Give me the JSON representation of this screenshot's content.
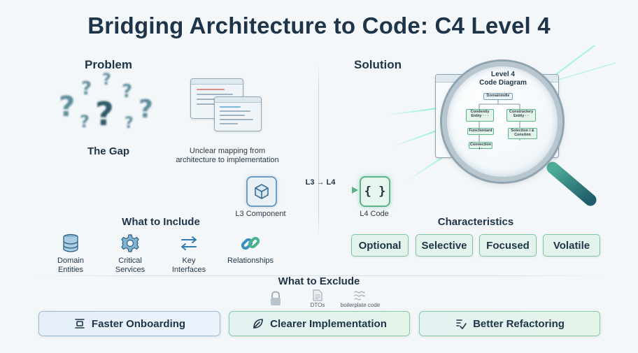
{
  "title": "Bridging Architecture to Code: C4 Level 4",
  "problem": {
    "heading": "Problem",
    "gap_label": "The Gap",
    "mapping_caption_line1": "Unclear mapping from",
    "mapping_caption_line2": "architecture to implementation"
  },
  "solution": {
    "heading": "Solution",
    "lens_title_line1": "Level 4",
    "lens_title_line2": "Code Diagram",
    "code_nodes": [
      "Domainmdle",
      "Condenity Entity · · ·",
      "Constructery Entity · ·",
      "Functioniard",
      "Solection i & Constion",
      "Connection i ·"
    ]
  },
  "flow": {
    "arrow_label": "L3 → L4",
    "l3_label": "L3 Component",
    "l4_label": "L4 Code",
    "l4_glyph": "{ }"
  },
  "include": {
    "heading": "What to Include",
    "items": [
      {
        "label_line1": "Domain",
        "label_line2": "Entities",
        "icon": "database-icon"
      },
      {
        "label_line1": "Critical",
        "label_line2": "Services",
        "icon": "gear-icon"
      },
      {
        "label_line1": "Key",
        "label_line2": "Interfaces",
        "icon": "swap-arrows-icon"
      },
      {
        "label_line1": "Relationships",
        "label_line2": "",
        "icon": "chain-link-icon"
      }
    ]
  },
  "characteristics": {
    "heading": "Characteristics",
    "chips": [
      "Optional",
      "Selective",
      "Focused",
      "Volatile"
    ]
  },
  "exclude": {
    "heading": "What to Exclude",
    "items": [
      {
        "label": "",
        "icon": "lock-icon"
      },
      {
        "label": "DTOs",
        "icon": "document-icon"
      },
      {
        "label": "boilerplate code",
        "icon": "wave-lines-icon"
      }
    ]
  },
  "benefits": [
    {
      "label": "Faster Onboarding",
      "icon": "onboarding-icon"
    },
    {
      "label": "Clearer Implementation",
      "icon": "leaf-icon"
    },
    {
      "label": "Better Refactoring",
      "icon": "refactor-check-icon"
    }
  ],
  "colors": {
    "heading": "#1e3448",
    "teal": "#5d8d9a",
    "green_accent": "#5ab58a",
    "blue_accent": "#6f9cc0",
    "glow": "#7ff0d0"
  }
}
